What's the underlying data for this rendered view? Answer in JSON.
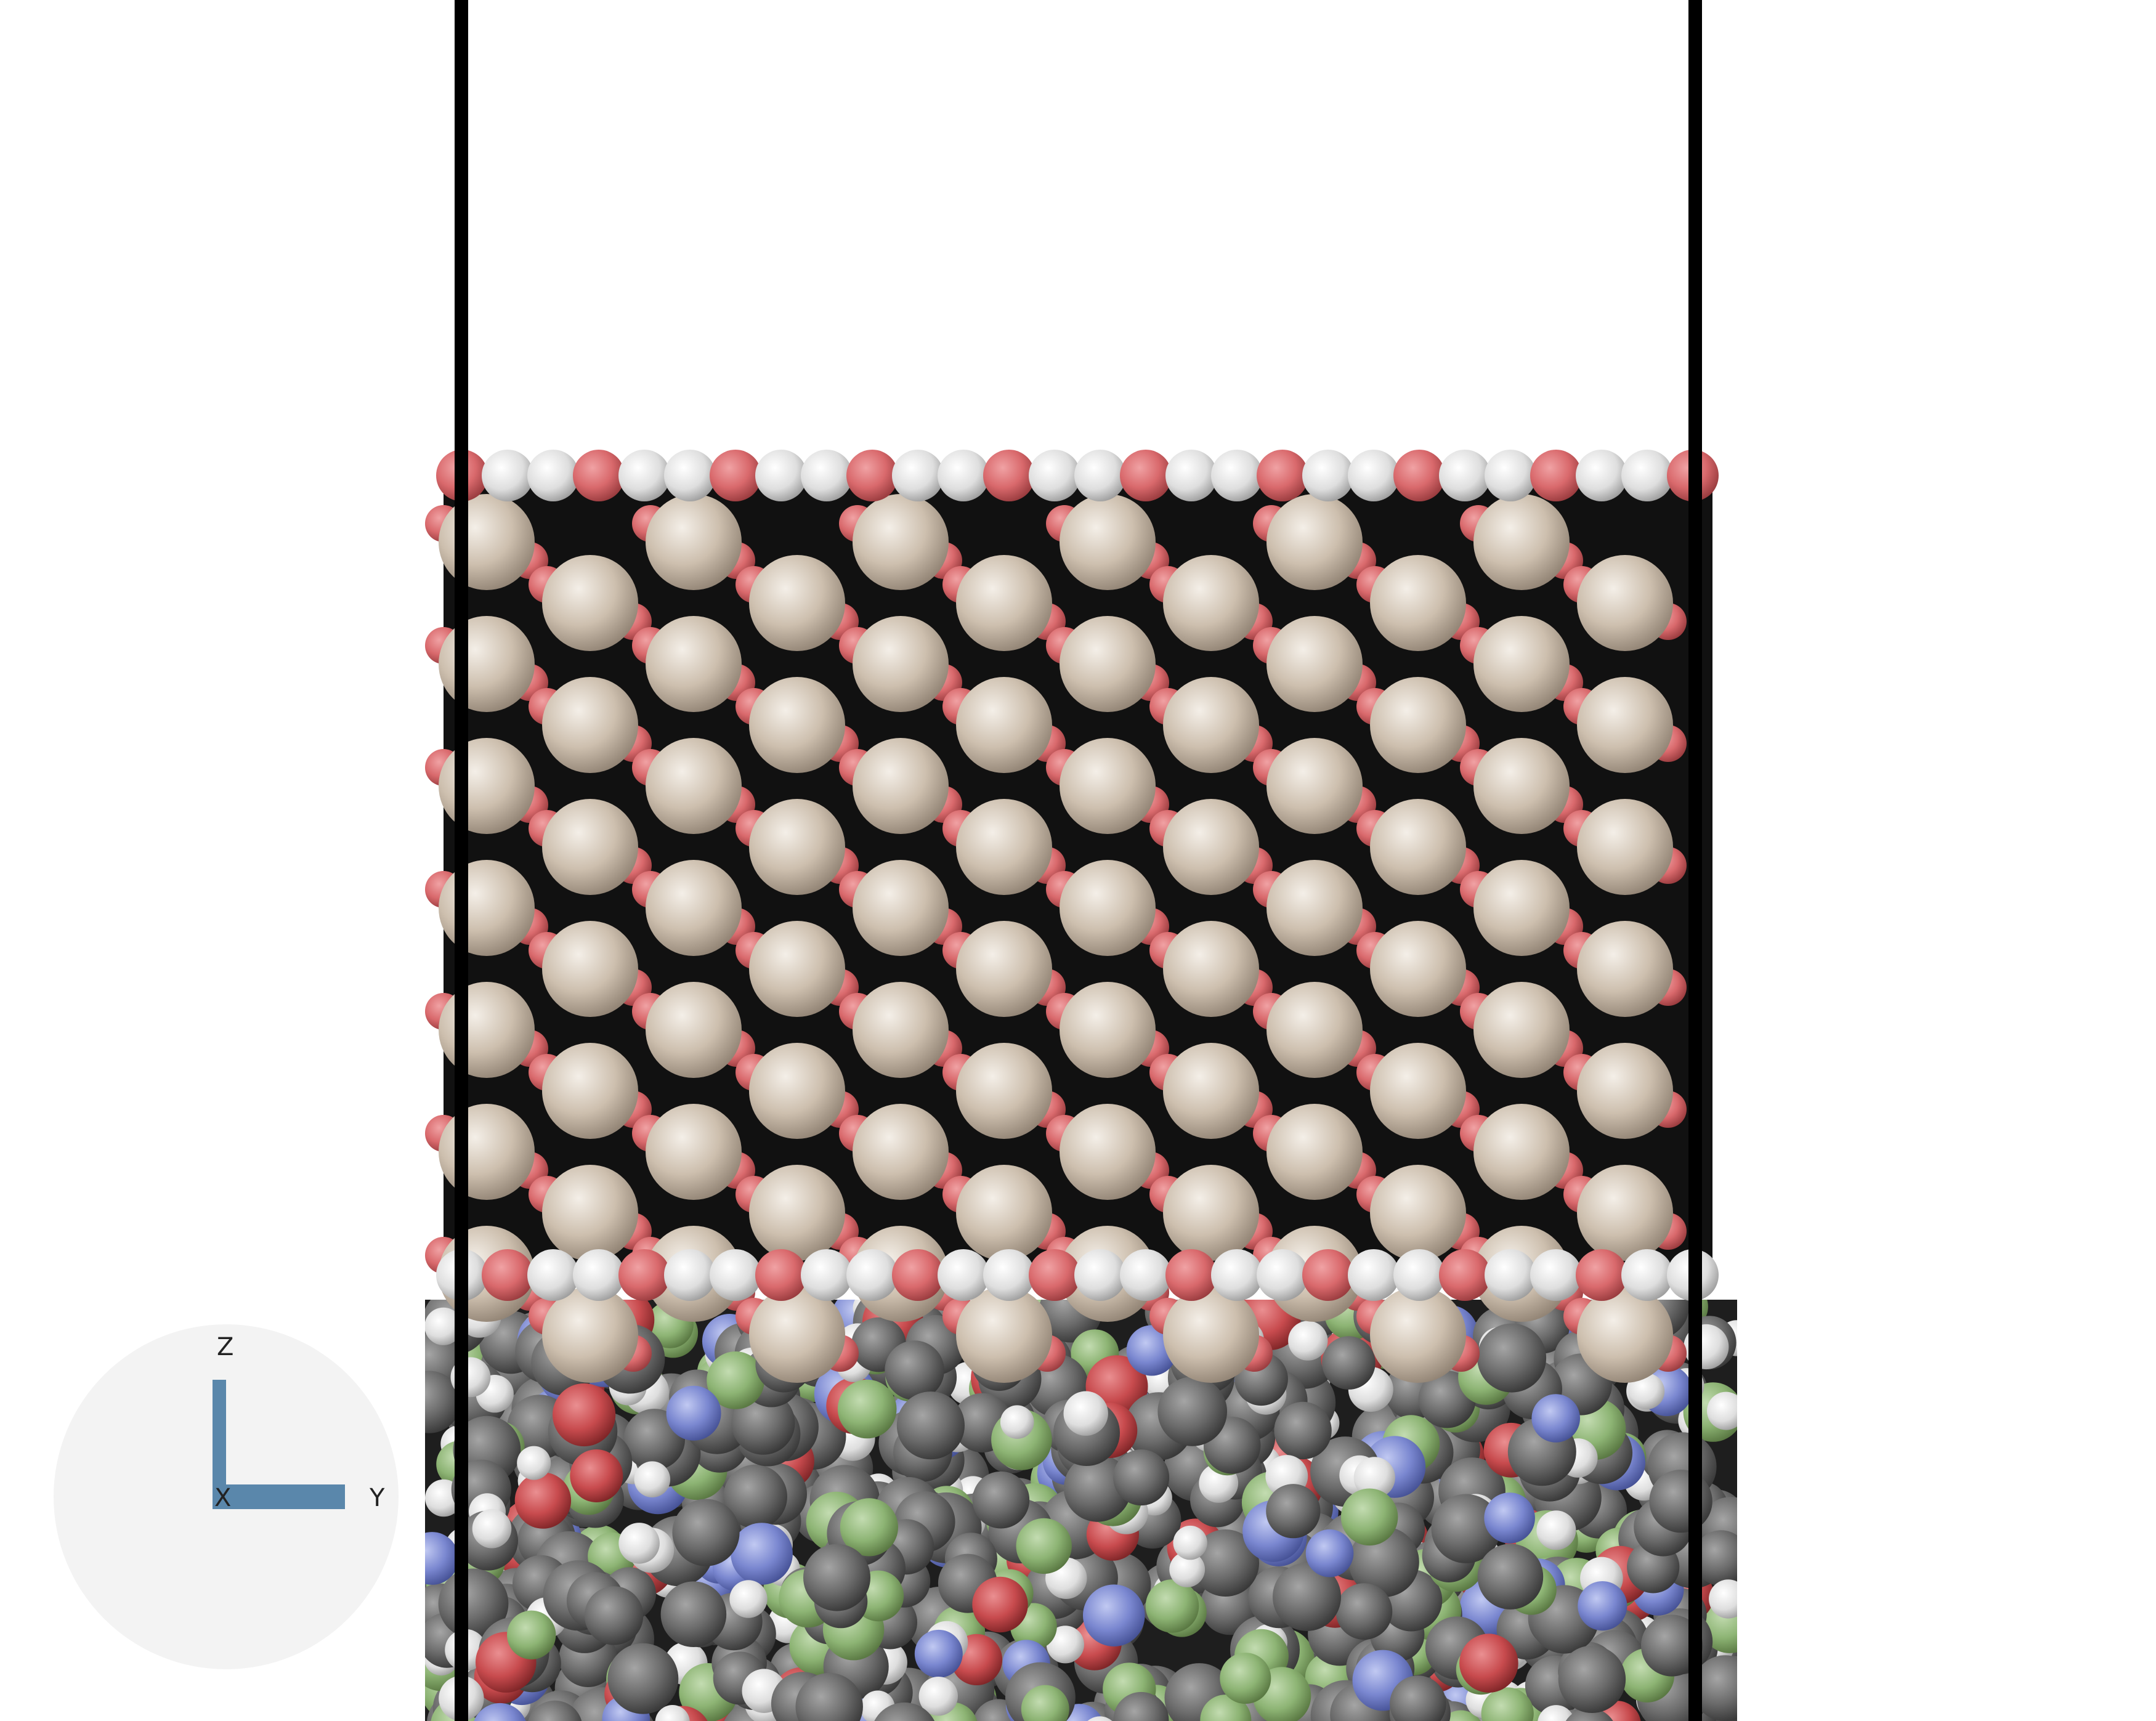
{
  "image": {
    "background_color": "#ffffff"
  },
  "colors": {
    "slab_atom": "#cdbfae",
    "slab_oxygen": "#d9696c",
    "slab_hydrogen": "#dedede",
    "slab_gap": "#111111",
    "carbon": "#6b6b6b",
    "hydrogen": "#e4e4e4",
    "fluorine": "#8db474",
    "oxygen": "#c84b4e",
    "nitrogen": "#7a87d0",
    "box_line": "#000000",
    "axes_disc": "#f3f3f3",
    "axes_arrows": "#5a87ab"
  },
  "orientation_axes": {
    "z_label": "Z",
    "x_label": "X",
    "y_label": "Y"
  }
}
